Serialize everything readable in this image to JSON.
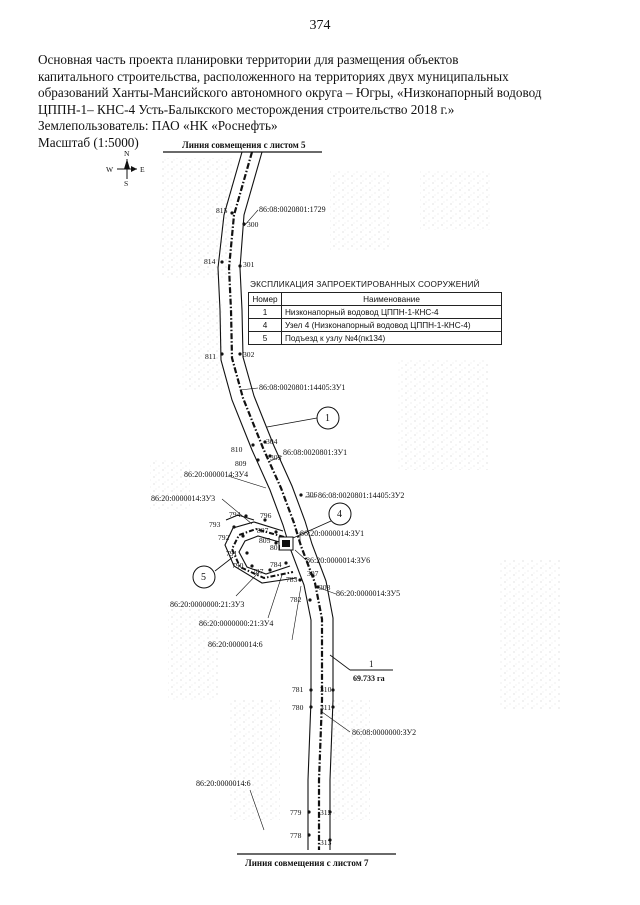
{
  "page_number": "374",
  "header_lines": [
    "Основная часть проекта планировки территории для размещения объектов",
    "капитального строительства, расположенного на территориях двух муниципальных",
    "образований Ханты-Мансийского автономного округа – Югры, «Низконапорный водовод",
    "ЦППН-1– КНС-4 Усть-Балыкского месторождения строительство 2018 г.»",
    "Землепользователь: ПАО «НК «Роснефть»",
    "Масштаб (1:5000)"
  ],
  "compass": {
    "n": "N",
    "s": "S",
    "w": "W",
    "e": "E"
  },
  "match_lines": {
    "top": "Линия совмещения с листом 5",
    "bottom": "Линия совмещения с листом 7"
  },
  "legend": {
    "title": "ЭКСПЛИКАЦИЯ ЗАПРОЕКТИРОВАННЫХ СООРУЖЕНИЙ",
    "col_number": "Номер",
    "col_name": "Наименование",
    "rows": [
      {
        "number": "1",
        "name": "Низконапорный водовод ЦППН-1-КНС-4"
      },
      {
        "number": "4",
        "name": "Узел 4 (Низконапорный водовод ЦППН-1-КНС-4)"
      },
      {
        "number": "5",
        "name": "Подъезд к узлу №4(пк134)"
      }
    ]
  },
  "point_labels": {
    "p815": "815",
    "p300": "300",
    "p814": "814",
    "p301": "301",
    "p811": "811",
    "p302": "302",
    "p810": "810",
    "p304": "304",
    "p809": "809",
    "p305": "305",
    "p306": "306",
    "p794": "794",
    "p796": "796",
    "p793": "793",
    "p807": "807",
    "p792": "792",
    "p805": "805",
    "p801": "801",
    "p791": "791",
    "p790": "790",
    "p787": "787",
    "p784": "784",
    "p307": "307",
    "p783": "783",
    "p308": "308",
    "p782": "782",
    "p781": "781",
    "p310": "310",
    "p780": "780",
    "p311": "311",
    "p779": "779",
    "p312": "312",
    "p778": "778",
    "p313": "313"
  },
  "cadastral_labels": {
    "c1": "86:08:0020801:1729",
    "c2": "86:08:0020801:14405:ЗУ1",
    "c3": "86:08:0020801:ЗУ1",
    "c4": "86:20:0000014:ЗУ4",
    "c5": "86:20:0000014:ЗУ3",
    "c6": "86:08:0020801:14405:ЗУ2",
    "c7": "86:20:0000014:ЗУ1",
    "c8": "86:20:0000014:ЗУ6",
    "c9": "86:20:0000014:ЗУ5",
    "c10": "86:20:0000000:21:ЗУ3",
    "c11": "86:20:0000000:21:ЗУ4",
    "c12": "86:20:0000014:6",
    "c13": "86:08:0000000:ЗУ2",
    "c14": "86:20:0000014:6"
  },
  "callouts": {
    "one": "1",
    "four": "4",
    "five": "5"
  },
  "area": {
    "number": "1",
    "value": "69.733 га"
  }
}
